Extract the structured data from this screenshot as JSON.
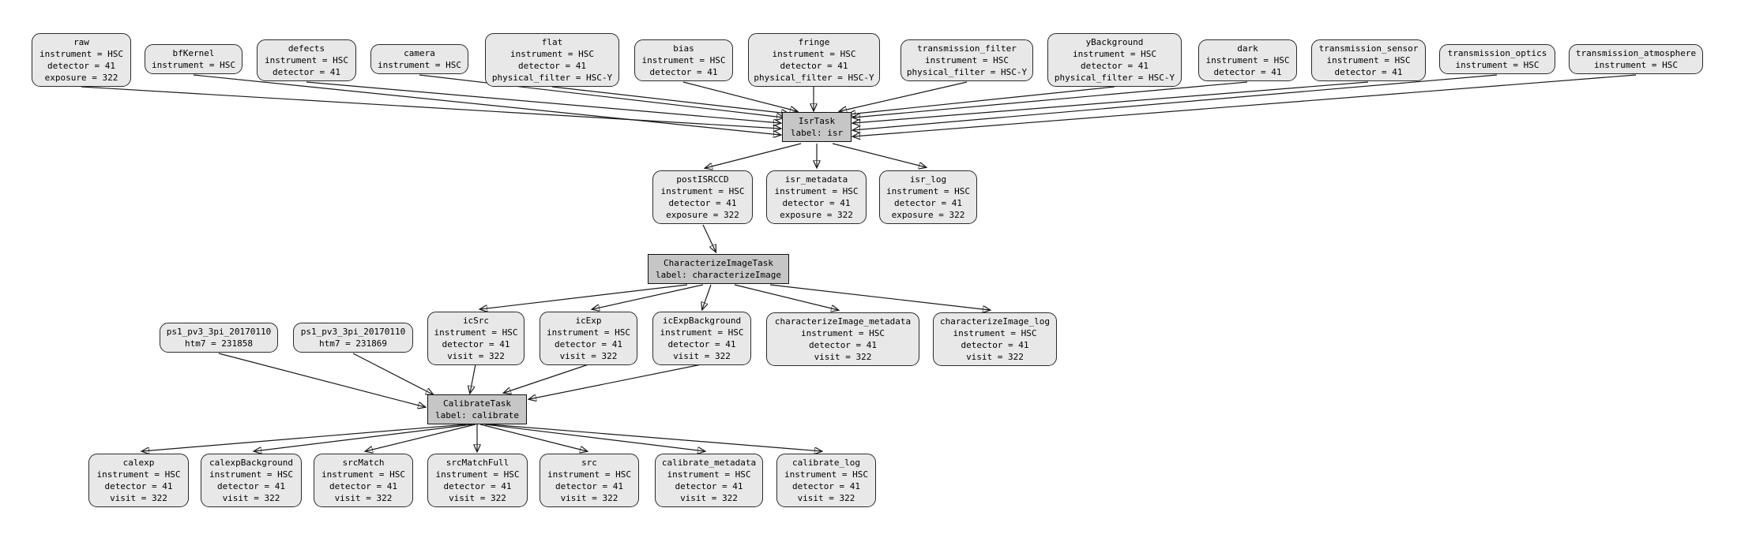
{
  "diagram": {
    "type": "pipeline-dag",
    "background": "#ffffff",
    "colors": {
      "dataset_fill": "#e8e8e8",
      "task_fill": "#c6c6c6",
      "node_border": "#2b2b2b",
      "edge": "#1a1a1a",
      "text": "#000000"
    }
  },
  "nodes": {
    "raw": {
      "title": "raw",
      "attrs": [
        "instrument = HSC",
        "detector = 41",
        "exposure = 322"
      ]
    },
    "bfKernel": {
      "title": "bfKernel",
      "attrs": [
        "instrument = HSC"
      ]
    },
    "defects": {
      "title": "defects",
      "attrs": [
        "instrument = HSC",
        "detector = 41"
      ]
    },
    "camera": {
      "title": "camera",
      "attrs": [
        "instrument = HSC"
      ]
    },
    "flat": {
      "title": "flat",
      "attrs": [
        "instrument = HSC",
        "detector = 41",
        "physical_filter = HSC-Y"
      ]
    },
    "bias": {
      "title": "bias",
      "attrs": [
        "instrument = HSC",
        "detector = 41"
      ]
    },
    "fringe": {
      "title": "fringe",
      "attrs": [
        "instrument = HSC",
        "detector = 41",
        "physical_filter = HSC-Y"
      ]
    },
    "transmission_filter": {
      "title": "transmission_filter",
      "attrs": [
        "instrument = HSC",
        "physical_filter = HSC-Y"
      ]
    },
    "yBackground": {
      "title": "yBackground",
      "attrs": [
        "instrument = HSC",
        "detector = 41",
        "physical_filter = HSC-Y"
      ]
    },
    "dark": {
      "title": "dark",
      "attrs": [
        "instrument = HSC",
        "detector = 41"
      ]
    },
    "transmission_sensor": {
      "title": "transmission_sensor",
      "attrs": [
        "instrument = HSC",
        "detector = 41"
      ]
    },
    "transmission_optics": {
      "title": "transmission_optics",
      "attrs": [
        "instrument = HSC"
      ]
    },
    "transmission_atmosphere": {
      "title": "transmission_atmosphere",
      "attrs": [
        "instrument = HSC"
      ]
    },
    "isrTask": {
      "title": "IsrTask",
      "attrs": [
        "label: isr"
      ]
    },
    "postISRCCD": {
      "title": "postISRCCD",
      "attrs": [
        "instrument = HSC",
        "detector = 41",
        "exposure = 322"
      ]
    },
    "isr_metadata": {
      "title": "isr_metadata",
      "attrs": [
        "instrument = HSC",
        "detector = 41",
        "exposure = 322"
      ]
    },
    "isr_log": {
      "title": "isr_log",
      "attrs": [
        "instrument = HSC",
        "detector = 41",
        "exposure = 322"
      ]
    },
    "characterizeImageTask": {
      "title": "CharacterizeImageTask",
      "attrs": [
        "label: characterizeImage"
      ]
    },
    "ps1_231858": {
      "title": "ps1_pv3_3pi_20170110",
      "attrs": [
        "htm7 = 231858"
      ]
    },
    "ps1_231869": {
      "title": "ps1_pv3_3pi_20170110",
      "attrs": [
        "htm7 = 231869"
      ]
    },
    "icSrc": {
      "title": "icSrc",
      "attrs": [
        "instrument = HSC",
        "detector = 41",
        "visit = 322"
      ]
    },
    "icExp": {
      "title": "icExp",
      "attrs": [
        "instrument = HSC",
        "detector = 41",
        "visit = 322"
      ]
    },
    "icExpBackground": {
      "title": "icExpBackground",
      "attrs": [
        "instrument = HSC",
        "detector = 41",
        "visit = 322"
      ]
    },
    "characterizeImage_metadata": {
      "title": "characterizeImage_metadata",
      "attrs": [
        "instrument = HSC",
        "detector = 41",
        "visit = 322"
      ]
    },
    "characterizeImage_log": {
      "title": "characterizeImage_log",
      "attrs": [
        "instrument = HSC",
        "detector = 41",
        "visit = 322"
      ]
    },
    "calibrateTask": {
      "title": "CalibrateTask",
      "attrs": [
        "label: calibrate"
      ]
    },
    "calexp": {
      "title": "calexp",
      "attrs": [
        "instrument = HSC",
        "detector = 41",
        "visit = 322"
      ]
    },
    "calexpBackground": {
      "title": "calexpBackground",
      "attrs": [
        "instrument = HSC",
        "detector = 41",
        "visit = 322"
      ]
    },
    "srcMatch": {
      "title": "srcMatch",
      "attrs": [
        "instrument = HSC",
        "detector = 41",
        "visit = 322"
      ]
    },
    "srcMatchFull": {
      "title": "srcMatchFull",
      "attrs": [
        "instrument = HSC",
        "detector = 41",
        "visit = 322"
      ]
    },
    "src": {
      "title": "src",
      "attrs": [
        "instrument = HSC",
        "detector = 41",
        "visit = 322"
      ]
    },
    "calibrate_metadata": {
      "title": "calibrate_metadata",
      "attrs": [
        "instrument = HSC",
        "detector = 41",
        "visit = 322"
      ]
    },
    "calibrate_log": {
      "title": "calibrate_log",
      "attrs": [
        "instrument = HSC",
        "detector = 41",
        "visit = 322"
      ]
    }
  },
  "edges": [
    {
      "from": "raw",
      "to": "isrTask"
    },
    {
      "from": "bfKernel",
      "to": "isrTask"
    },
    {
      "from": "defects",
      "to": "isrTask"
    },
    {
      "from": "camera",
      "to": "isrTask"
    },
    {
      "from": "flat",
      "to": "isrTask"
    },
    {
      "from": "bias",
      "to": "isrTask"
    },
    {
      "from": "fringe",
      "to": "isrTask"
    },
    {
      "from": "transmission_filter",
      "to": "isrTask"
    },
    {
      "from": "yBackground",
      "to": "isrTask"
    },
    {
      "from": "dark",
      "to": "isrTask"
    },
    {
      "from": "transmission_sensor",
      "to": "isrTask"
    },
    {
      "from": "transmission_optics",
      "to": "isrTask"
    },
    {
      "from": "transmission_atmosphere",
      "to": "isrTask"
    },
    {
      "from": "isrTask",
      "to": "postISRCCD"
    },
    {
      "from": "isrTask",
      "to": "isr_metadata"
    },
    {
      "from": "isrTask",
      "to": "isr_log"
    },
    {
      "from": "postISRCCD",
      "to": "characterizeImageTask"
    },
    {
      "from": "characterizeImageTask",
      "to": "icSrc"
    },
    {
      "from": "characterizeImageTask",
      "to": "icExp"
    },
    {
      "from": "characterizeImageTask",
      "to": "icExpBackground"
    },
    {
      "from": "characterizeImageTask",
      "to": "characterizeImage_metadata"
    },
    {
      "from": "characterizeImageTask",
      "to": "characterizeImage_log"
    },
    {
      "from": "ps1_231858",
      "to": "calibrateTask"
    },
    {
      "from": "ps1_231869",
      "to": "calibrateTask"
    },
    {
      "from": "icSrc",
      "to": "calibrateTask"
    },
    {
      "from": "icExp",
      "to": "calibrateTask"
    },
    {
      "from": "icExpBackground",
      "to": "calibrateTask"
    },
    {
      "from": "calibrateTask",
      "to": "calexp"
    },
    {
      "from": "calibrateTask",
      "to": "calexpBackground"
    },
    {
      "from": "calibrateTask",
      "to": "srcMatch"
    },
    {
      "from": "calibrateTask",
      "to": "srcMatchFull"
    },
    {
      "from": "calibrateTask",
      "to": "src"
    },
    {
      "from": "calibrateTask",
      "to": "calibrate_metadata"
    },
    {
      "from": "calibrateTask",
      "to": "calibrate_log"
    }
  ]
}
